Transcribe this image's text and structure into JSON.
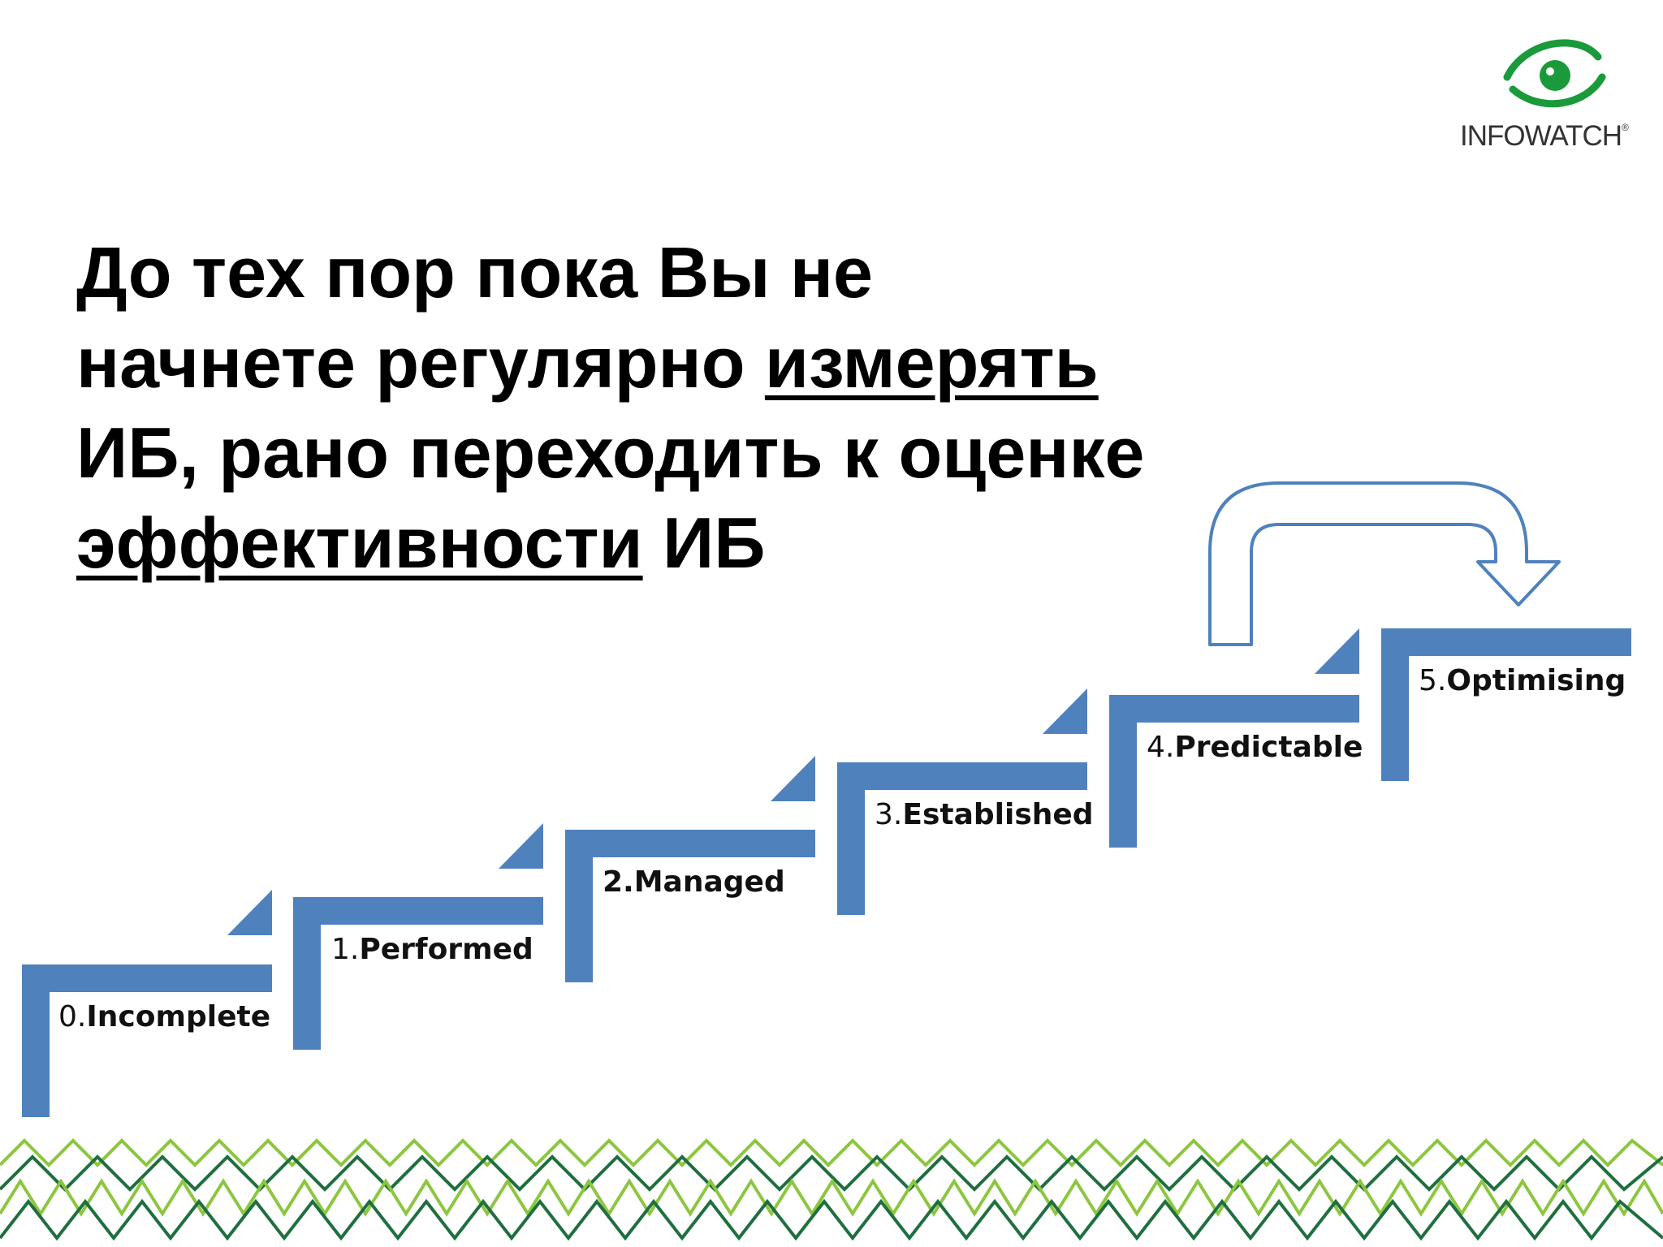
{
  "logo": {
    "text": "INFOWATCH",
    "registered_mark": "®",
    "color": "#1a9a3a"
  },
  "headline": {
    "line1": "До тех пор пока Вы не",
    "line2_plain": "начнете регулярно ",
    "line2_underlined": "измерять",
    "line3": "ИБ, рано переходить к оценке",
    "line4_underlined": "эффективности",
    "line4_plain": " ИБ"
  },
  "steps": [
    {
      "number": "0.",
      "name": "Incomplete"
    },
    {
      "number": "1.",
      "name": "Performed"
    },
    {
      "number": "2.",
      "name": "Managed"
    },
    {
      "number": "3.",
      "name": "Established"
    },
    {
      "number": "4.",
      "name": "Predictable"
    },
    {
      "number": "5.",
      "name": "Optimising"
    }
  ],
  "colors": {
    "step_blue": "#4f81bd",
    "arrow_outline": "#4f81bd",
    "pattern_green": "#8cc63f",
    "pattern_dark": "#1f6f3f"
  }
}
